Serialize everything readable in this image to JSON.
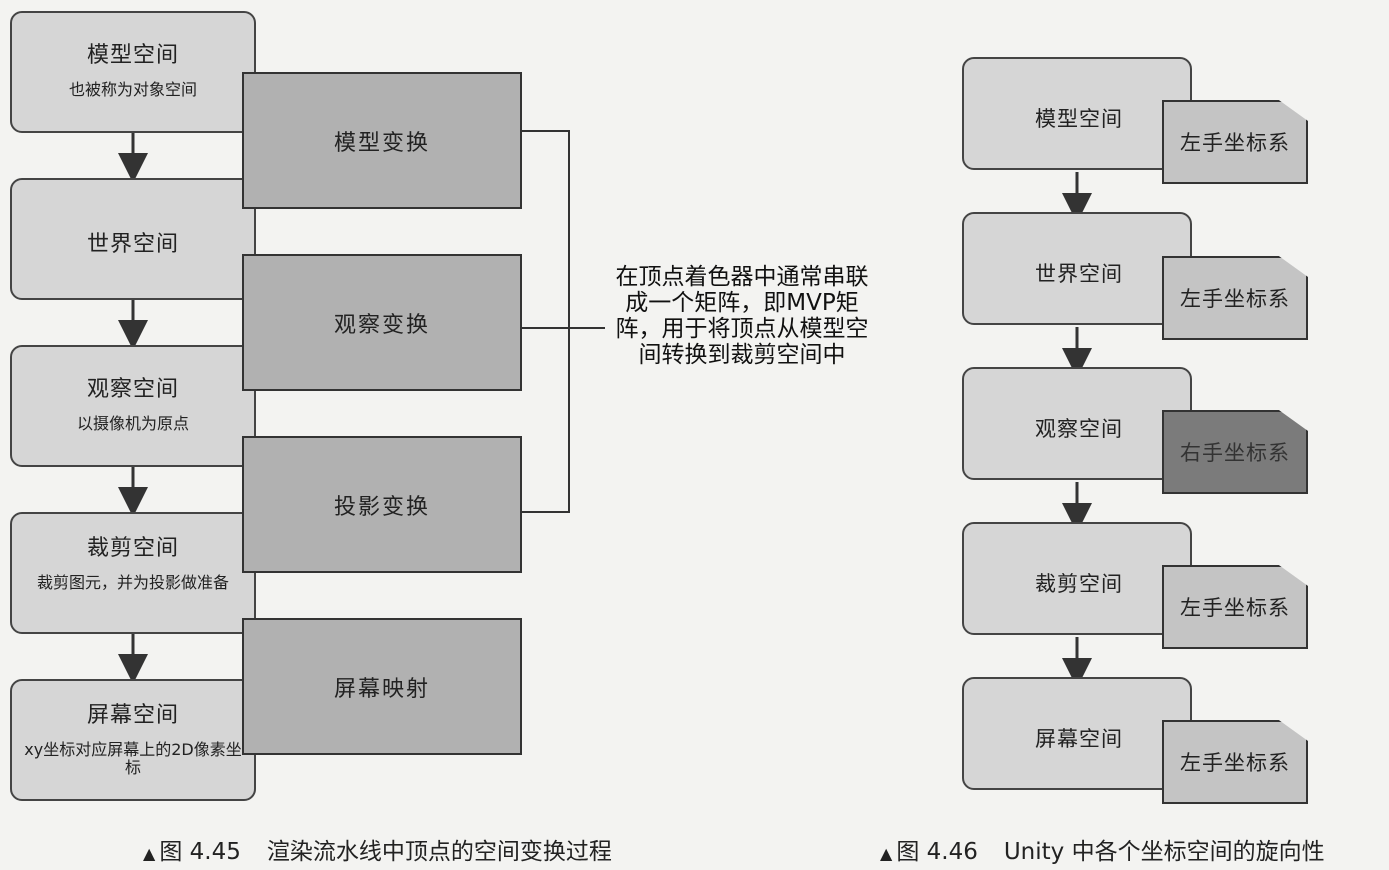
{
  "figure45": {
    "spaces": [
      {
        "title": "模型空间",
        "desc": "也被称为对象空间"
      },
      {
        "title": "世界空间",
        "desc": ""
      },
      {
        "title": "观察空间",
        "desc": "以摄像机为原点"
      },
      {
        "title": "裁剪空间",
        "desc": "裁剪图元，并为投影做准备"
      },
      {
        "title": "屏幕空间",
        "desc": "xy坐标对应屏幕上的2D像素坐标"
      }
    ],
    "transforms": [
      "模型变换",
      "观察变换",
      "投影变换",
      "屏幕映射"
    ],
    "note": "在顶点着色器中通常串联成一个矩阵，即MVP矩阵，用于将顶点从模型空间转换到裁剪空间中",
    "caption_marker": "▲",
    "caption_number": "图 4.45",
    "caption_text": "渲染流水线中顶点的空间变换过程"
  },
  "figure46": {
    "spaces": [
      {
        "title": "模型空间",
        "coord": "左手坐标系",
        "handed": "left"
      },
      {
        "title": "世界空间",
        "coord": "左手坐标系",
        "handed": "left"
      },
      {
        "title": "观察空间",
        "coord": "右手坐标系",
        "handed": "right"
      },
      {
        "title": "裁剪空间",
        "coord": "左手坐标系",
        "handed": "left"
      },
      {
        "title": "屏幕空间",
        "coord": "左手坐标系",
        "handed": "left"
      }
    ],
    "caption_marker": "▲",
    "caption_number": "图 4.46",
    "caption_text": "Unity 中各个坐标空间的旋向性"
  },
  "colors": {
    "space_fill": "#d6d6d6",
    "transform_fill": "#b1b1b1",
    "left_hand_fill": "#c4c4c4",
    "right_hand_fill": "#7b7b7b"
  }
}
